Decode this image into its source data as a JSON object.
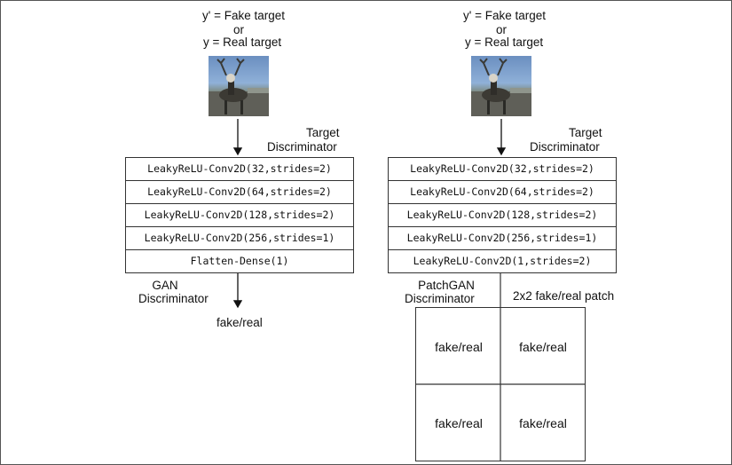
{
  "left": {
    "target_line1": "y' =  Fake target",
    "target_or": "or",
    "target_line2": "y = Real target",
    "block_label_1": "Target",
    "block_label_2": "Discriminator",
    "layers": [
      "LeakyReLU-Conv2D(32,strides=2)",
      "LeakyReLU-Conv2D(64,strides=2)",
      "LeakyReLU-Conv2D(128,strides=2)",
      "LeakyReLU-Conv2D(256,strides=1)",
      "Flatten-Dense(1)"
    ],
    "output_label_1": "GAN",
    "output_label_2": "Discriminator",
    "output": "fake/real"
  },
  "right": {
    "target_line1": "y' =  Fake target",
    "target_or": "or",
    "target_line2": "y = Real target",
    "block_label_1": "Target",
    "block_label_2": "Discriminator",
    "layers": [
      "LeakyReLU-Conv2D(32,strides=2)",
      "LeakyReLU-Conv2D(64,strides=2)",
      "LeakyReLU-Conv2D(128,strides=2)",
      "LeakyReLU-Conv2D(256,strides=1)",
      "LeakyReLU-Conv2D(1,strides=2)"
    ],
    "output_label_1": "PatchGAN",
    "output_label_2": "Discriminator",
    "patch_label": "2x2 fake/real patch",
    "patch_cells": [
      "fake/real",
      "fake/real",
      "fake/real",
      "fake/real"
    ]
  }
}
